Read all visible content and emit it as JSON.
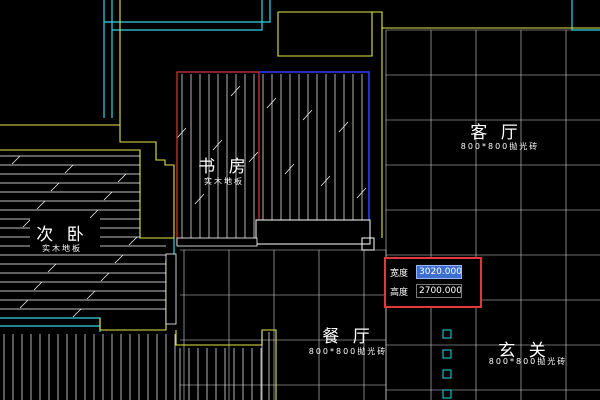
{
  "rooms": {
    "living": {
      "name": "客 厅",
      "material": "800*800抛光砖"
    },
    "study": {
      "name": "书 房",
      "material": "实木地板"
    },
    "second_bedroom": {
      "name": "次 卧",
      "material": "实木地板"
    },
    "dining": {
      "name": "餐 厅",
      "material": "800*800抛光砖"
    },
    "entrance": {
      "name": "玄 关",
      "material": "800*800抛光砖"
    }
  },
  "dimension_input": {
    "width_label": "宽度",
    "width_value": "3020.0000",
    "height_label": "高度",
    "height_value": "2700.0000"
  },
  "colors": {
    "wall": "#e6e64a",
    "cyan": "#2fd6e6",
    "grid": "#ffffff",
    "selection_red": "#e03434",
    "selection_blue": "#2b3cff",
    "panel_border": "#e0383c"
  }
}
